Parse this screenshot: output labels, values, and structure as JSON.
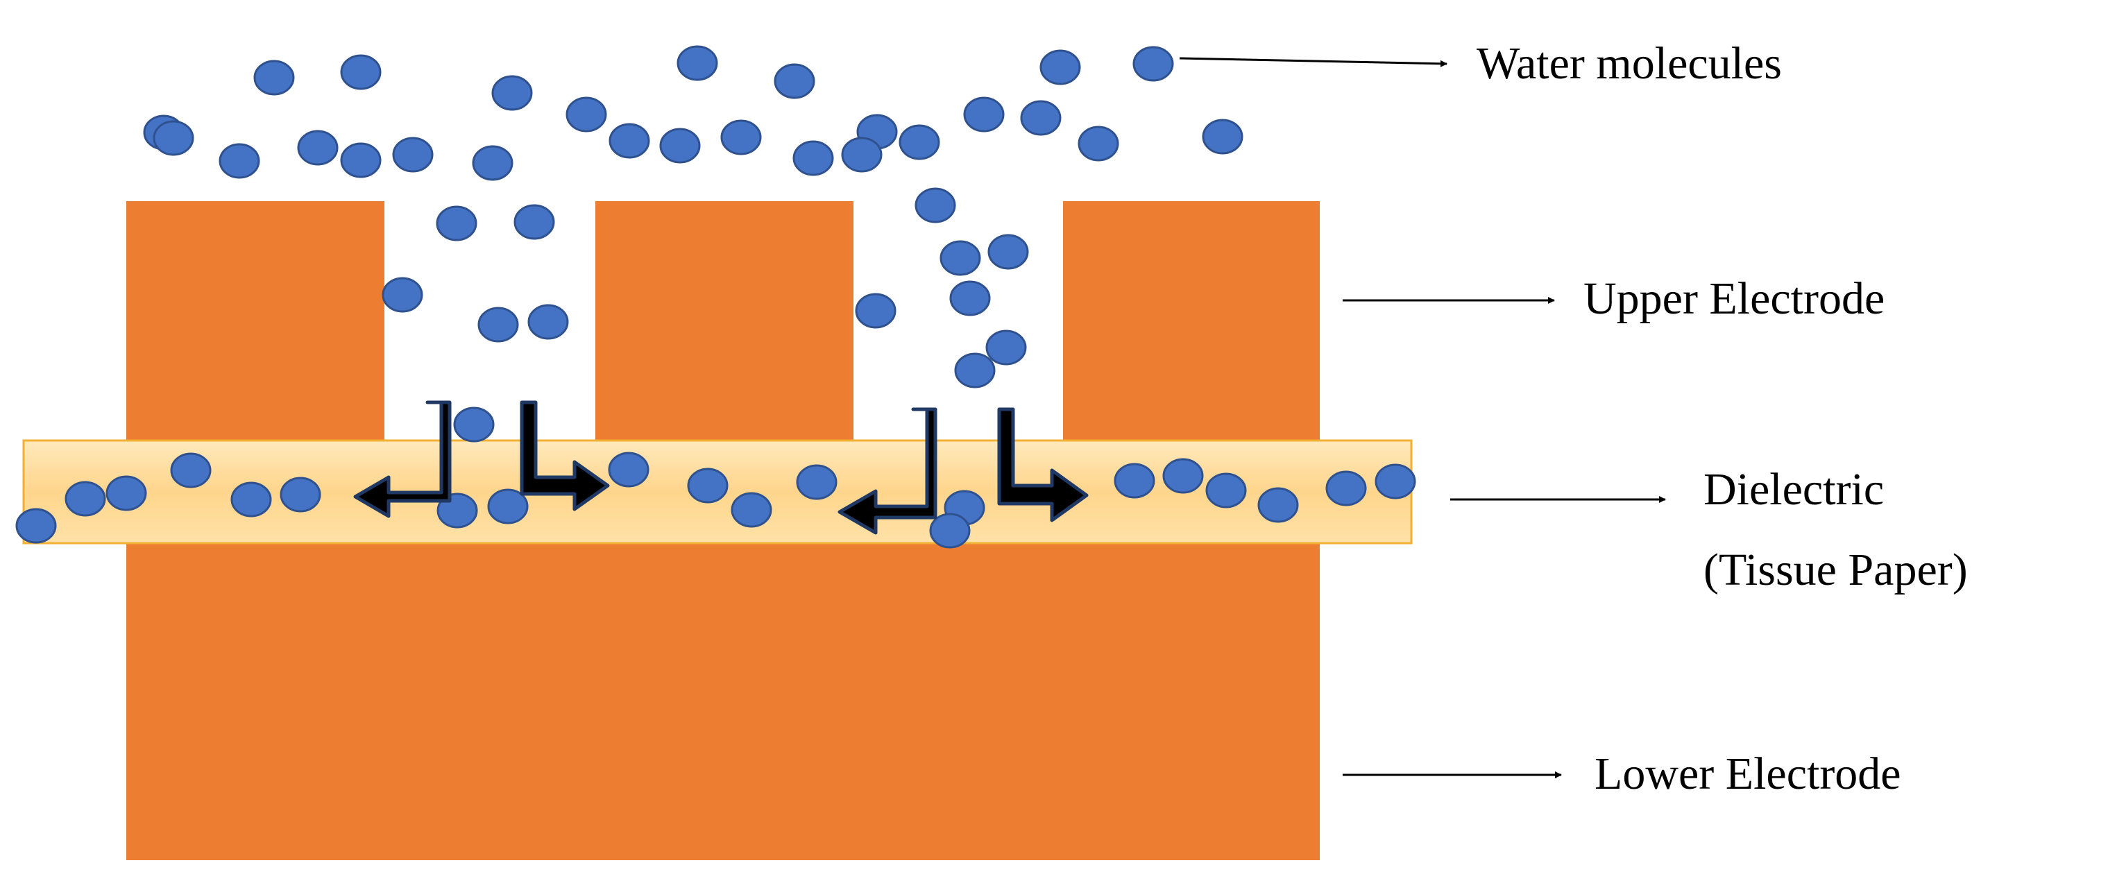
{
  "labels": {
    "water": "Water molecules",
    "upper": "Upper Electrode",
    "dielectric_line1": "Dielectric",
    "dielectric_line2": "(Tissue Paper)",
    "lower": "Lower Electrode"
  },
  "colors": {
    "electrode": "#ED7D31",
    "dielectric_fill": "#FFD58C",
    "dielectric_edge": "#F2B134",
    "molecule_fill": "#4472C4",
    "molecule_stroke": "#2F528F",
    "arrow_fill": "#000000",
    "arrow_stroke": "#203864"
  }
}
